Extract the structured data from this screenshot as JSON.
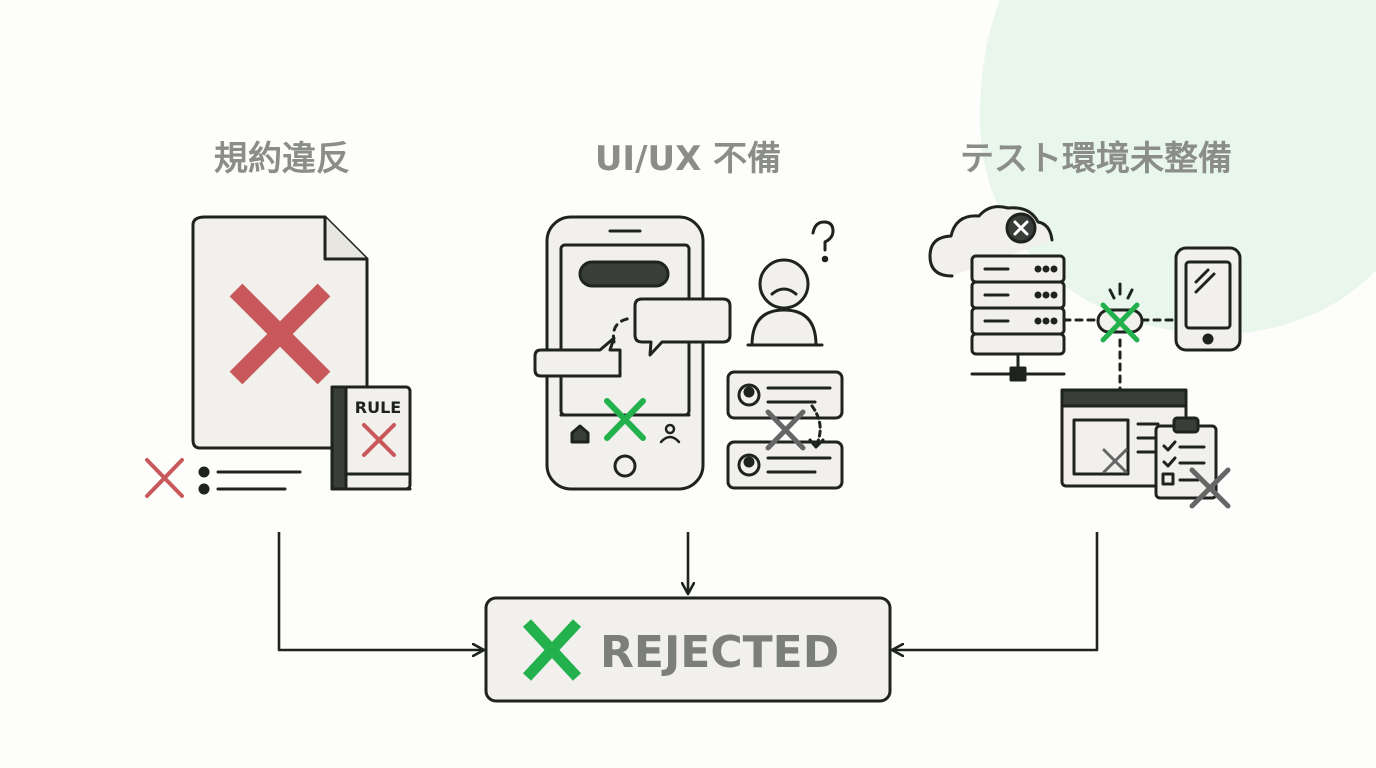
{
  "columns": [
    {
      "title": "規約違反",
      "icon": "rule-violation-icon"
    },
    {
      "title": "UI/UX 不備",
      "icon": "confused-user-icon"
    },
    {
      "title": "テスト環境未整備",
      "icon": "broken-test-environment-icon"
    }
  ],
  "rule_book": {
    "label": "RULE"
  },
  "result": {
    "label": "REJECTED",
    "icon": "x-mark-icon"
  },
  "colors": {
    "outline": "#1f231f",
    "paper": "#f1f0ec",
    "red_x": "#c9585a",
    "green_x": "#22b14c",
    "gray_x": "#666666",
    "label": "#8a8d89",
    "accent_blob": "#e6f5ea"
  }
}
